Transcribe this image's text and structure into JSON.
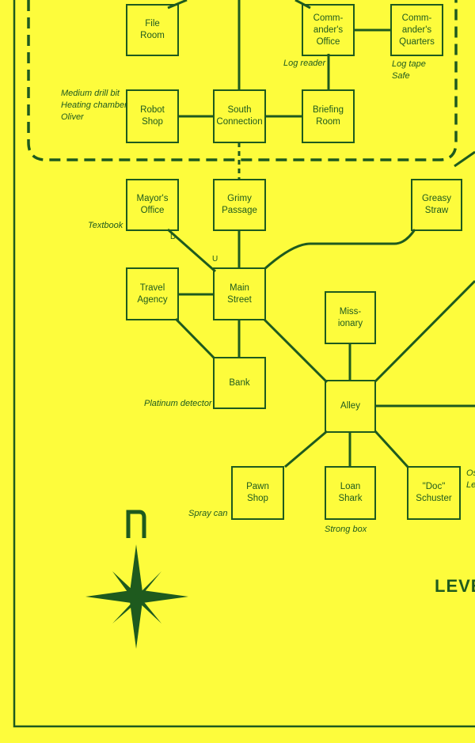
{
  "colors": {
    "background": "#fdfc3c",
    "ink": "#1e5a1e"
  },
  "rooms": {
    "file_room": "File\nRoom",
    "commanders_office": "Comm-\nander's\nOffice",
    "commanders_quarters": "Comm-\nander's\nQuarters",
    "robot_shop": "Robot\nShop",
    "south_connection": "South\nConnection",
    "briefing_room": "Briefing\nRoom",
    "mayors_office": "Mayor's\nOffice",
    "grimy_passage": "Grimy\nPassage",
    "greasy_straw": "Greasy\nStraw",
    "travel_agency": "Travel\nAgency",
    "main_street": "Main\nStreet",
    "missionary": "Miss-\nionary",
    "bank": "Bank",
    "alley": "Alley",
    "pawn_shop": "Pawn\nShop",
    "loan_shark": "Loan\nShark",
    "doc_schuster": "\"Doc\"\nSchuster"
  },
  "notes": {
    "log_reader": "Log reader",
    "log_tape_safe": "Log tape\nSafe",
    "robot_shop_items": "Medium drill bit\nHeating chamber\nOliver",
    "textbook": "Textbook",
    "platinum_detector": "Platinum detector",
    "spray_can": "Spray can",
    "strong_box": "Strong box",
    "doc_partial": "Os\nLe"
  },
  "tags": {
    "down": "D",
    "up": "U"
  },
  "compass": {
    "north_label": "N"
  },
  "legend_partial": "LEVE"
}
